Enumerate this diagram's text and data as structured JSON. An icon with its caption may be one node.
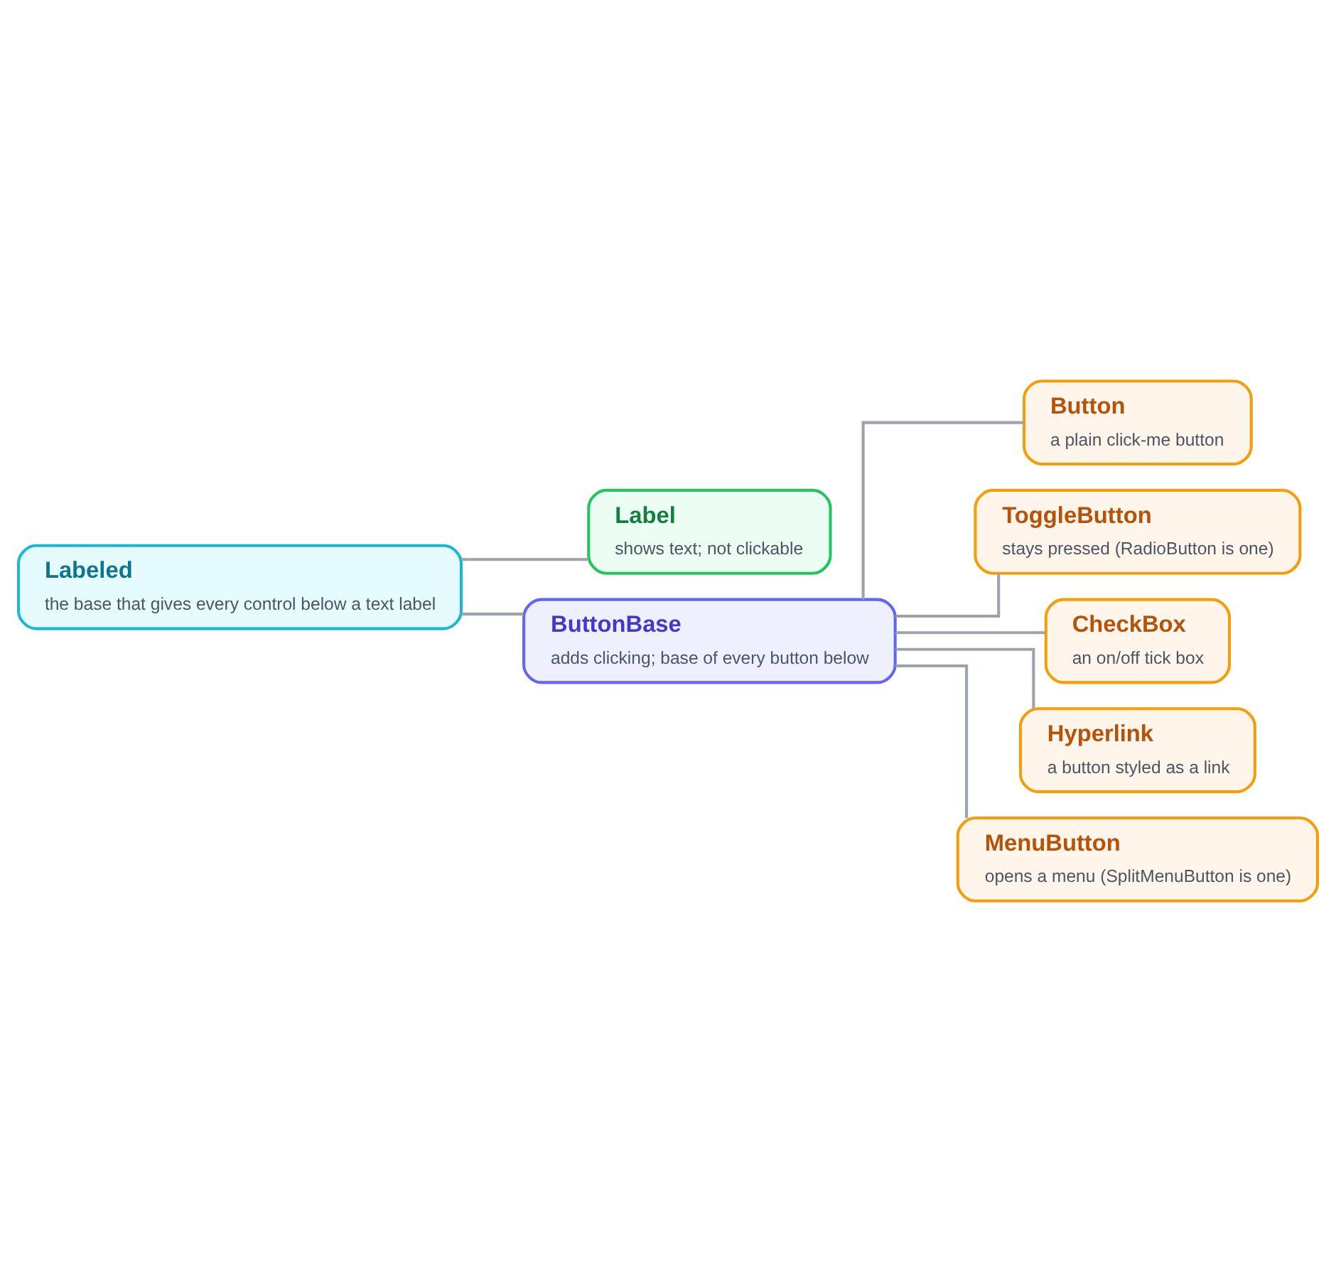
{
  "diagram": {
    "nodes": [
      {
        "text": [
          "Labeled",
          "the base that gives every control below a text label"
        ]
      },
      {
        "text": [
          "Label",
          "shows text; not clickable"
        ]
      },
      {
        "text": [
          "ButtonBase",
          "adds clicking; base of every button below"
        ]
      },
      {
        "text": [
          "Button",
          "a plain click-me button"
        ]
      },
      {
        "text": [
          "ToggleButton",
          "stays pressed (RadioButton is one)"
        ]
      },
      {
        "text": [
          "CheckBox",
          "an on/off tick box"
        ]
      },
      {
        "text": [
          "Hyperlink",
          "a button styled as a link"
        ]
      },
      {
        "text": [
          "MenuButton",
          "opens a menu (SplitMenuButton is one)"
        ]
      }
    ],
    "edges": [
      {
        "from": 0,
        "to": 1,
        "arrow": "none"
      },
      {
        "from": 0,
        "to": 2,
        "arrow": "none"
      },
      {
        "from": 2,
        "to": 3,
        "arrow": "none"
      },
      {
        "from": 2,
        "to": 4,
        "arrow": "none"
      },
      {
        "from": 2,
        "to": 5,
        "arrow": "none"
      },
      {
        "from": 2,
        "to": 6,
        "arrow": "none"
      },
      {
        "from": 2,
        "to": 7,
        "arrow": "none"
      }
    ]
  }
}
